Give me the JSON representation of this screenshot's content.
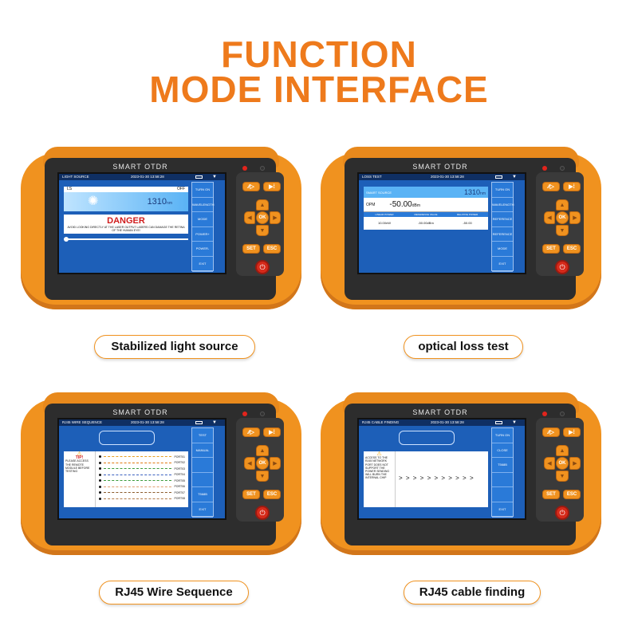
{
  "heading": {
    "line1": "FUNCTION",
    "line2": "MODE INTERFACE"
  },
  "device": {
    "brand": "SMART OTDR",
    "date": "2023-01-30",
    "time": "13:58:28",
    "btn_rect1": "⁄⁄▷",
    "btn_rect2": "▶⁞",
    "btn_ok": "OK",
    "btn_set": "SET",
    "btn_esc": "ESC",
    "power_icon": "⏻"
  },
  "panels": [
    {
      "caption": "Stabilized light source",
      "status_title": "LIGHT SOURCE",
      "side": [
        "TURN ON",
        "WAVELENGTH",
        "MODE",
        "POWER+",
        "POWER-",
        "EXIT"
      ],
      "ls_label": "LS",
      "ls_state": "OFF",
      "wavelength": "1310",
      "unit": "nm",
      "danger": "DANGER",
      "warning": "AVOID LOOKING DIRECTLY AT THE LASER OUTPUT LASERS CAN DAMAGE THE RETINA OF THE HUMAN EYE!"
    },
    {
      "caption": "optical loss test",
      "status_title": "LOSS TEST",
      "side": [
        "TURN ON",
        "WAVELENGTH",
        "REFERENCE",
        "REFERENCE MODE",
        "",
        "EXIT"
      ],
      "source_label": "SMART SOURCE",
      "wavelength": "1310",
      "unit": "nm",
      "opm_label": "OPM",
      "opm_value": "-50.00",
      "opm_unit": "dBm",
      "col_headers": [
        "LINEAR POWER",
        "REFERENCE VALUE",
        "RELATIVE POWER"
      ],
      "col_values": [
        "10.00nW",
        "-50.00dBm",
        "-50.00"
      ]
    },
    {
      "caption": "RJ45 Wire Sequence",
      "status_title": "RJ45 WIRE SEQUENCE",
      "side": [
        "TEST",
        "MANUAL",
        "",
        "",
        "T568B",
        "EXIT"
      ],
      "tip_title": "TIP!",
      "tip_text": "PLEASE ACCESS THE REMOTE MODULE BEFORE TESTING",
      "ports": [
        "PORT01",
        "PORT02",
        "PORT03",
        "PORT04",
        "PORT05",
        "PORT06",
        "PORT07",
        "PORT08"
      ]
    },
    {
      "caption": "RJ45 cable finding",
      "status_title": "RJ45 CABLE FINDING",
      "side": [
        "TURN ON",
        "CLOSE",
        "T568B",
        "",
        "",
        "EXIT"
      ],
      "tip_text": "ACCESS TO THE RJ45 NETWORK PORT DOES NOT SUPPORT THE POWER SENDING WILL BURN THE INTERNAL CHIP",
      "arrows": "> > > > > > > > > > >"
    }
  ]
}
